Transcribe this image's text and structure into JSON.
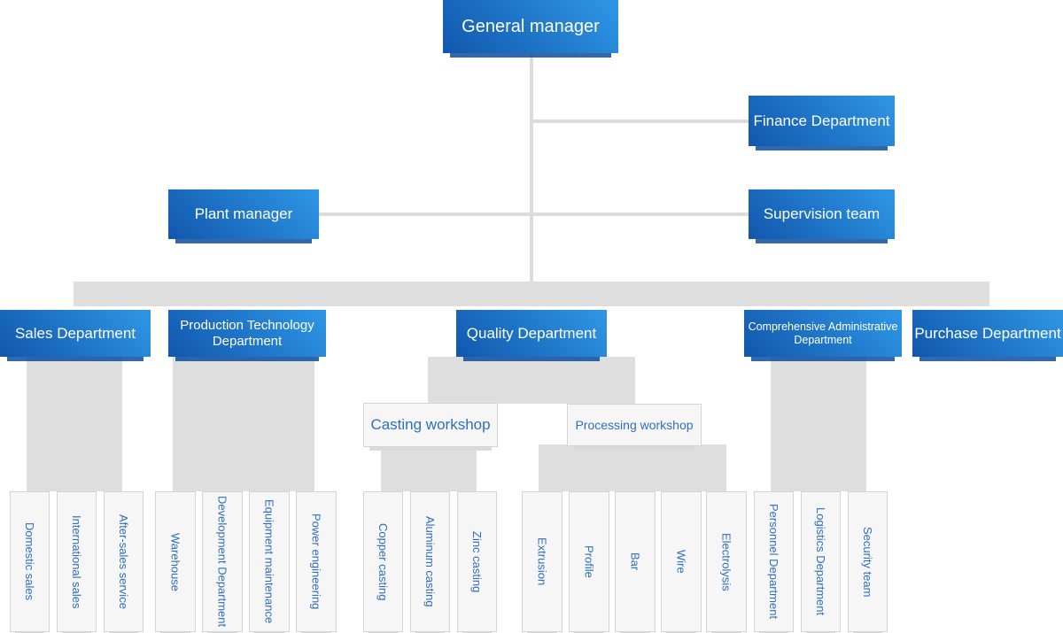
{
  "colors": {
    "box_blue_light": "#2F97E6",
    "box_blue_dark": "#1157AD",
    "box_blue_shadow": "#0E4F9F",
    "connector_gray": "#DEDEDE",
    "line_gray": "#DCDCDC",
    "white_box_bg": "#F6F6F7",
    "white_box_border": "#D4D4D4",
    "blue_text": "#2E6FC0",
    "white_text": "#FFFFFF"
  },
  "nodes": {
    "general_manager": {
      "label": "General manager"
    },
    "finance": {
      "label": "Finance Department"
    },
    "plant_manager": {
      "label": "Plant manager"
    },
    "supervision": {
      "label": "Supervision team"
    },
    "sales": {
      "label": "Sales Department"
    },
    "production": {
      "label": "Production Technology Department"
    },
    "quality": {
      "label": "Quality Department"
    },
    "admin": {
      "label": "Comprehensive Administrative Department"
    },
    "purchase": {
      "label": "Purchase Department"
    },
    "casting": {
      "label": "Casting workshop"
    },
    "processing": {
      "label": "Processing workshop"
    },
    "domestic_sales": {
      "label": "Domestic sales"
    },
    "international_sales": {
      "label": "International sales"
    },
    "after_sales": {
      "label": "After-sales service"
    },
    "warehouse": {
      "label": "Warehouse"
    },
    "development": {
      "label": "Development Department"
    },
    "equipment": {
      "label": "Equipment maintenance"
    },
    "power": {
      "label": "Power engineering"
    },
    "copper": {
      "label": "Copper casting"
    },
    "aluminum": {
      "label": "Aluminum casting"
    },
    "zinc": {
      "label": "Zinc casting"
    },
    "extrusion": {
      "label": "Extrusion"
    },
    "profile": {
      "label": "Profile"
    },
    "bar": {
      "label": "Bar"
    },
    "wire": {
      "label": "Wire"
    },
    "electrolysis": {
      "label": "Electrolysis"
    },
    "personnel": {
      "label": "Personnel Department"
    },
    "logistics": {
      "label": "Logistics Department"
    },
    "security": {
      "label": "Security team"
    }
  }
}
